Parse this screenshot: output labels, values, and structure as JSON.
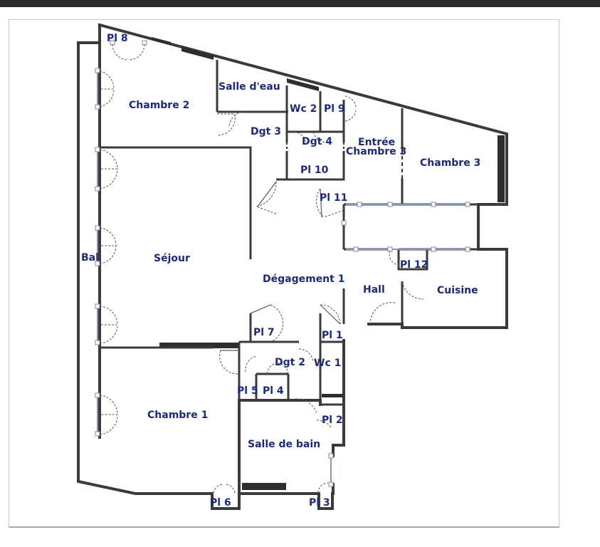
{
  "rooms": {
    "pl8": "Pl 8",
    "chambre2": "Chambre 2",
    "salle_deau": "Salle d'eau",
    "wc2": "Wc 2",
    "pl9": "Pl 9",
    "dgt3": "Dgt 3",
    "dgt4": "Dgt 4",
    "entree": "Entrée",
    "entree_chambre3": "Chambre 3",
    "chambre3": "Chambre 3",
    "pl10": "Pl 10",
    "pl11": "Pl 11",
    "bal": "Bal",
    "sejour": "Séjour",
    "pl12": "Pl 12",
    "degagement1": "Dégagement 1",
    "hall": "Hall",
    "cuisine": "Cuisine",
    "pl7": "Pl 7",
    "pl1": "Pl 1",
    "dgt2": "Dgt 2",
    "wc1": "Wc 1",
    "pl5": "Pl 5",
    "pl4": "Pl 4",
    "chambre1": "Chambre 1",
    "pl2": "Pl 2",
    "salle_de_bain": "Salle de bain",
    "pl6": "Pl 6",
    "pl3": "Pl 3"
  }
}
